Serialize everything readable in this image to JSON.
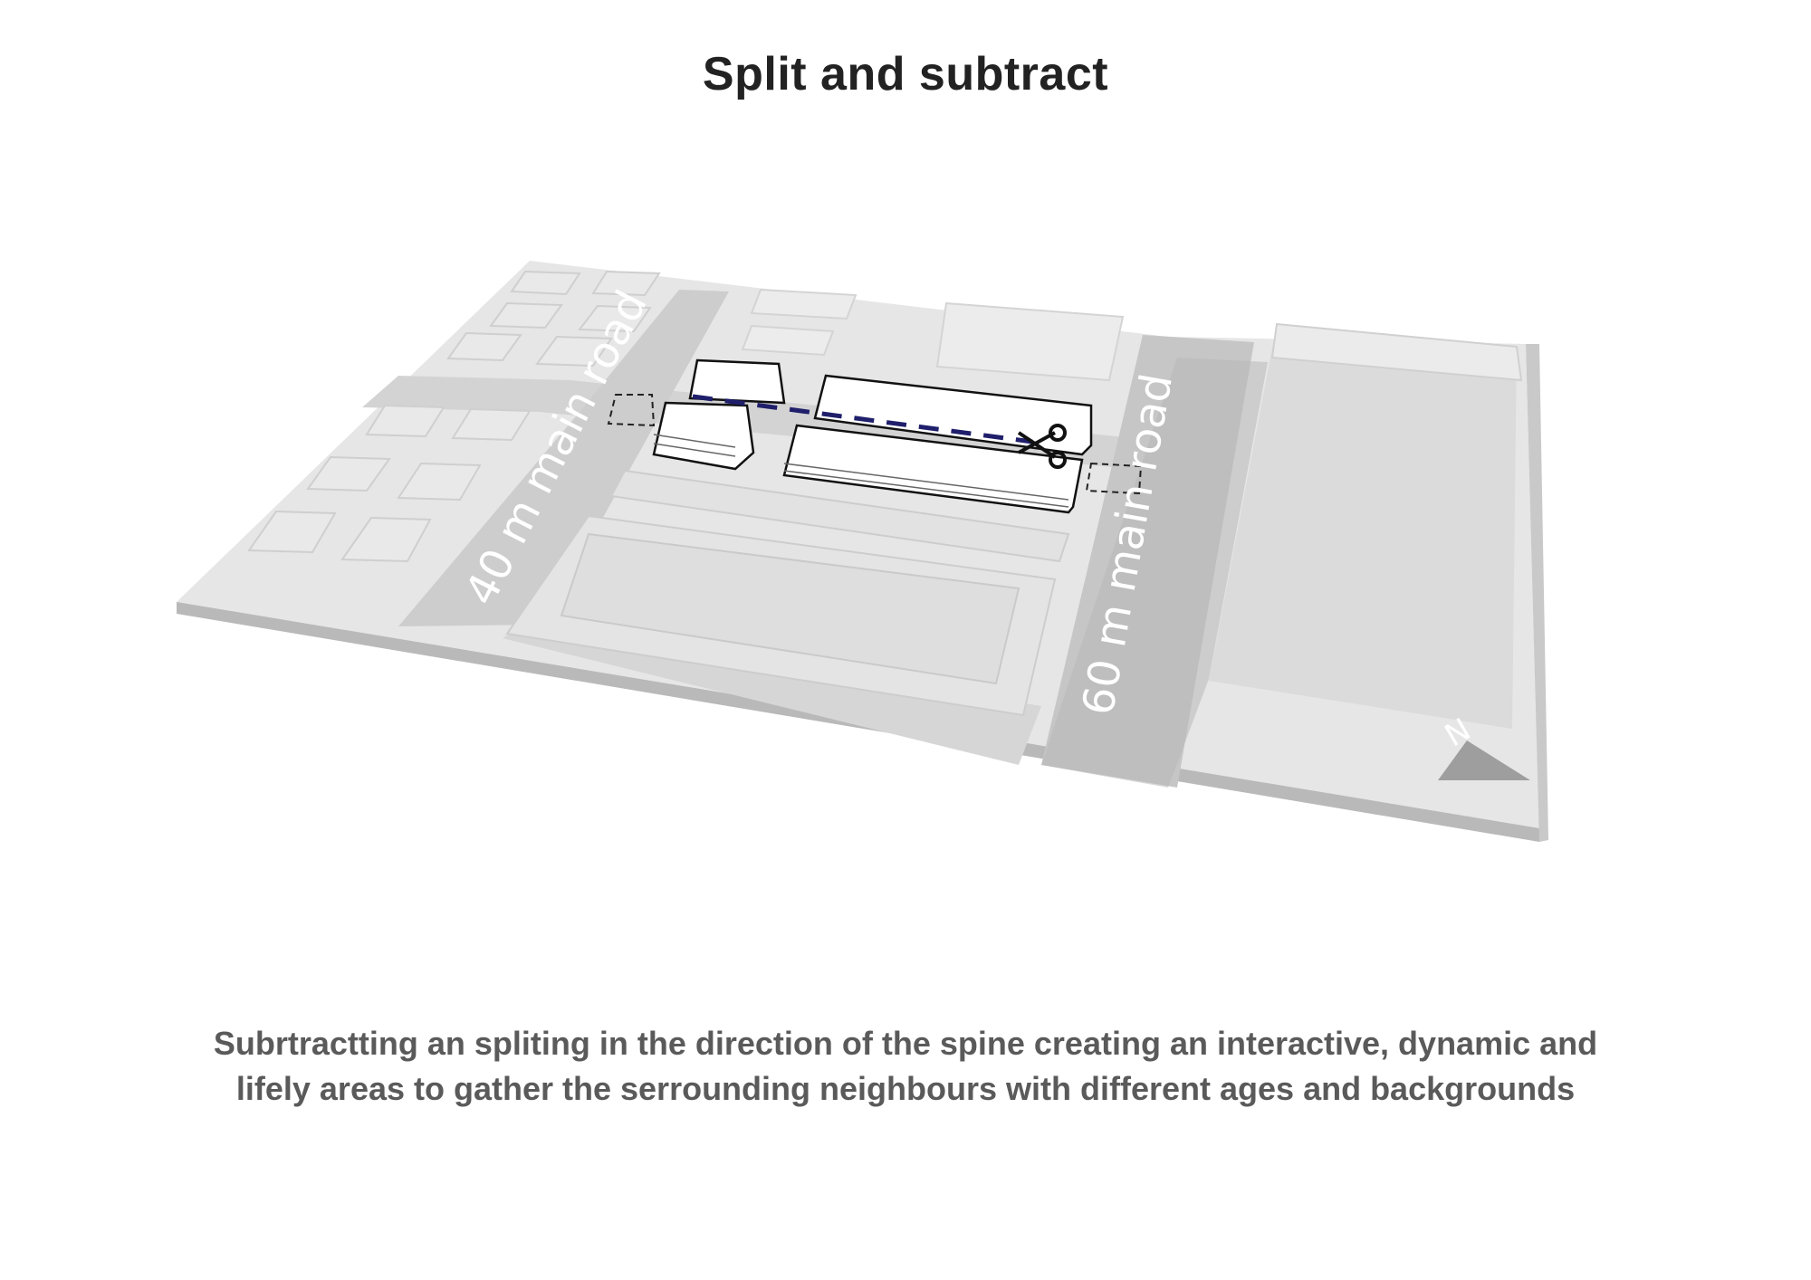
{
  "title": "Split and subtract",
  "labels": {
    "road_40": "40 m main road",
    "road_60": "60 m main road",
    "north": "N"
  },
  "caption": {
    "line1": "Subrtractting an spliting in the direction of the spine creating an interactive, dynamic and",
    "line2": "lifely areas to gather the serrounding neighbours with different ages and backgrounds"
  },
  "icons": [
    "scissors-icon",
    "north-arrow-icon"
  ],
  "colors": {
    "split_line": "#1f1f6b",
    "ground": "#dcdcdc",
    "road": "#cfcfcf",
    "text": "#5a5a5a"
  }
}
